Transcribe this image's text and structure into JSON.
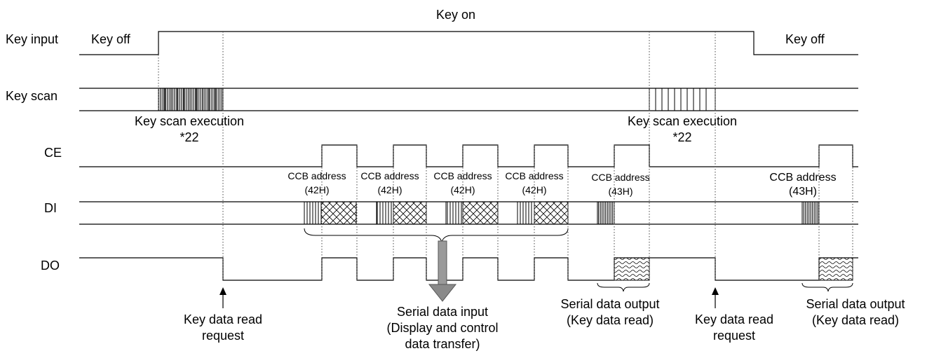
{
  "signals": {
    "key_input": "Key input",
    "key_scan": "Key scan",
    "ce": "CE",
    "di": "DI",
    "do": "DO"
  },
  "states": {
    "key_on": "Key on",
    "key_off_left": "Key off",
    "key_off_right": "Key off"
  },
  "key_scan_execution": [
    {
      "label": "Key scan execution",
      "note": "*22"
    },
    {
      "label": "Key scan execution",
      "note": "*22"
    }
  ],
  "ccb": [
    {
      "label": "CCB address",
      "addr": "(42H)"
    },
    {
      "label": "CCB address",
      "addr": "(42H)"
    },
    {
      "label": "CCB address",
      "addr": "(42H)"
    },
    {
      "label": "CCB address",
      "addr": "(42H)"
    },
    {
      "label": "CCB address",
      "addr": "(43H)"
    },
    {
      "label": "CCB address",
      "addr": "(43H)"
    }
  ],
  "annotations": {
    "read_request_1": [
      "Key data read",
      "request"
    ],
    "read_request_2": [
      "Key data read",
      "request"
    ],
    "serial_input": [
      "Serial data input",
      "(Display and control",
      "data transfer)"
    ],
    "serial_output_1": [
      "Serial data output",
      "(Key data read)"
    ],
    "serial_output_2": [
      "Serial data output",
      "(Key data read)"
    ]
  }
}
